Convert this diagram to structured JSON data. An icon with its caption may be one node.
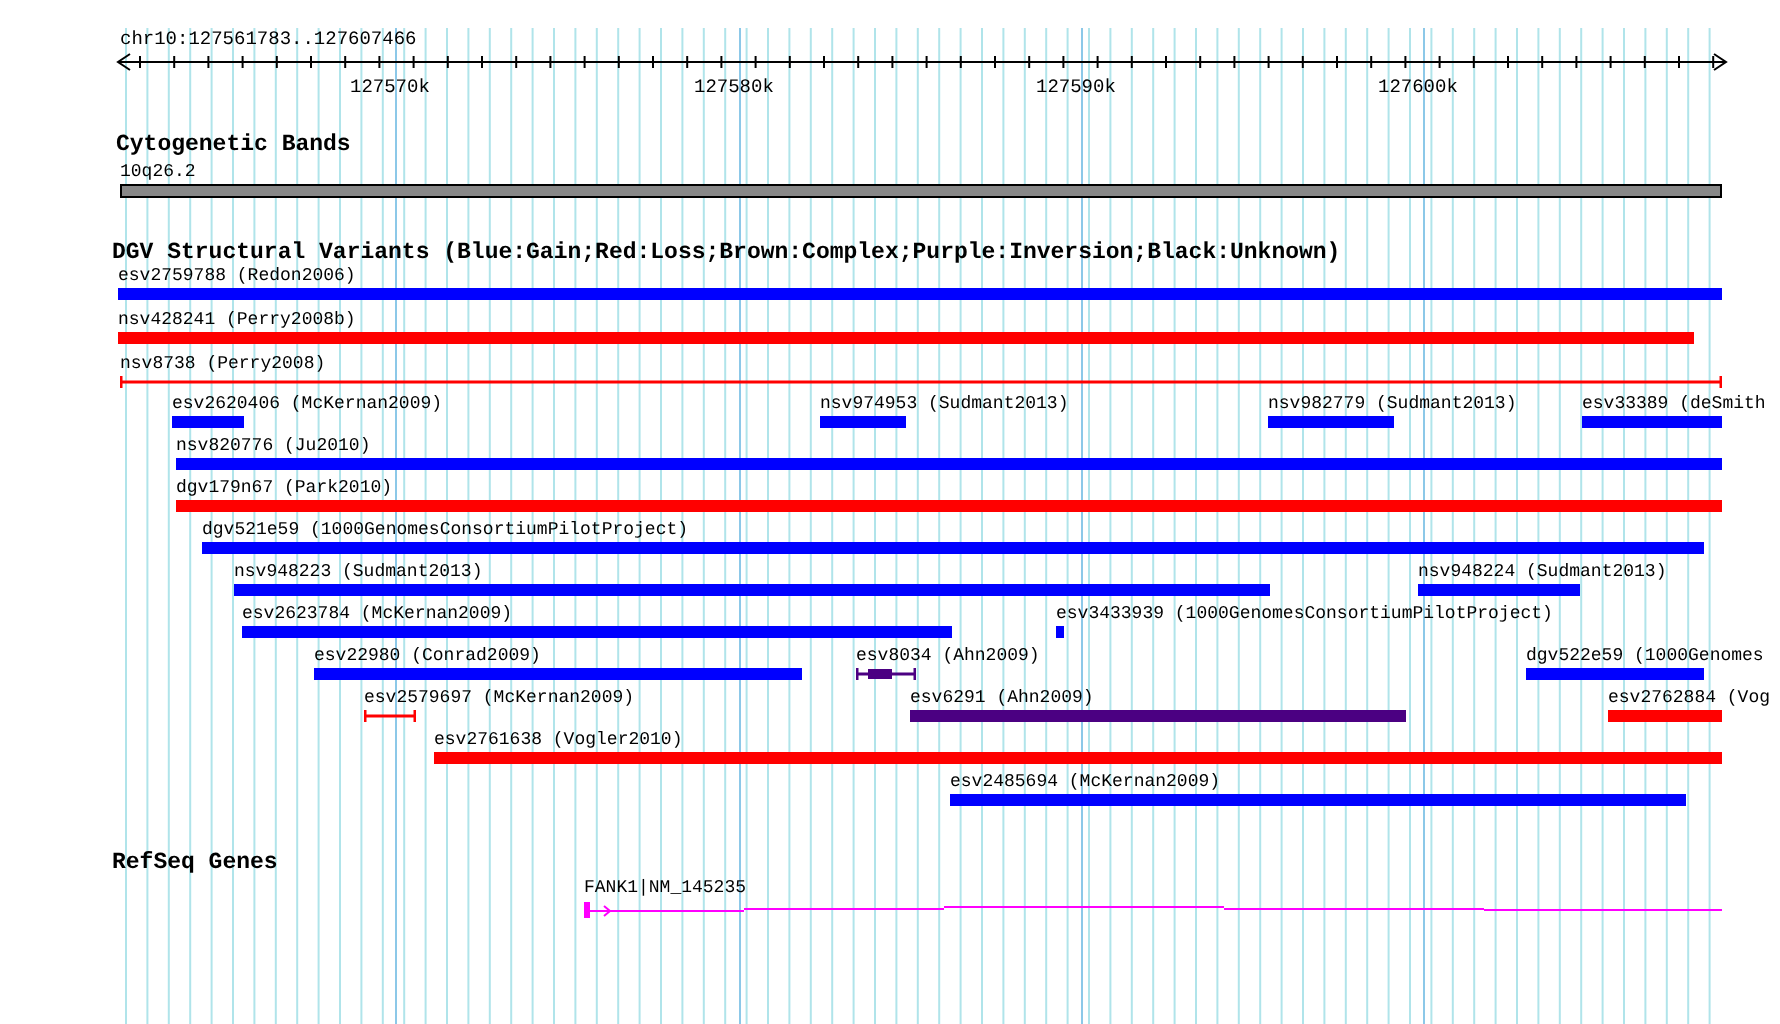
{
  "diagram": {
    "nodes": [
      {
        "text": [
          "Cytogenetic Bands"
        ]
      },
      {
        "text": [
          "10q26.2"
        ],
        "in": 0
      },
      {
        "text": [
          "DGV Structural Variants (Blue:Gain;Red:Loss;Brown:Complex;Purple:Inversion;Black:Unknown)"
        ]
      },
      {
        "text": [
          "esv2759788 (Redon2006)"
        ],
        "in": 2
      },
      {
        "text": [
          "nsv428241 (Perry2008b)"
        ],
        "in": 2
      },
      {
        "text": [
          "nsv8738 (Perry2008)"
        ],
        "in": 2
      },
      {
        "text": [
          "esv2620406 (McKernan2009)"
        ],
        "in": 2
      },
      {
        "text": [
          "nsv974953 (Sudmant2013)"
        ],
        "in": 2
      },
      {
        "text": [
          "nsv982779 (Sudmant2013)"
        ],
        "in": 2
      },
      {
        "text": [
          "esv33389 (deSmith"
        ],
        "in": 2
      },
      {
        "text": [
          "nsv820776 (Ju2010)"
        ],
        "in": 2
      },
      {
        "text": [
          "dgv179n67 (Park2010)"
        ],
        "in": 2
      },
      {
        "text": [
          "dgv521e59 (1000GenomesConsortiumPilotProject)"
        ],
        "in": 2
      },
      {
        "text": [
          "nsv948223 (Sudmant2013)"
        ],
        "in": 2
      },
      {
        "text": [
          "nsv948224 (Sudmant2013)"
        ],
        "in": 2
      },
      {
        "text": [
          "esv2623784 (McKernan2009)"
        ],
        "in": 2
      },
      {
        "text": [
          "esv3433939 (1000GenomesConsortiumPilotProject)"
        ],
        "in": 2
      },
      {
        "text": [
          "esv22980 (Conrad2009)"
        ],
        "in": 2
      },
      {
        "text": [
          "esv8034 (Ahn2009)"
        ],
        "in": 2
      },
      {
        "text": [
          "dgv522e59 (1000Genomes"
        ],
        "in": 2
      },
      {
        "text": [
          "esv2579697 (McKernan2009)"
        ],
        "in": 2
      },
      {
        "text": [
          "esv6291 (Ahn2009)"
        ],
        "in": 2
      },
      {
        "text": [
          "esv2762884 (Vog"
        ],
        "in": 2
      },
      {
        "text": [
          "esv2761638 (Vogler2010)"
        ],
        "in": 2
      },
      {
        "text": [
          "esv2485694 (McKernan2009)"
        ],
        "in": 2
      },
      {
        "text": [
          "RefSeq Genes"
        ]
      },
      {
        "text": [
          "FANK1|NM_145235"
        ],
        "in": 25
      }
    ],
    "labels": [
      "chr10:127561783..127607466",
      "127570k",
      "127580k",
      "127590k",
      "127600k"
    ]
  }
}
